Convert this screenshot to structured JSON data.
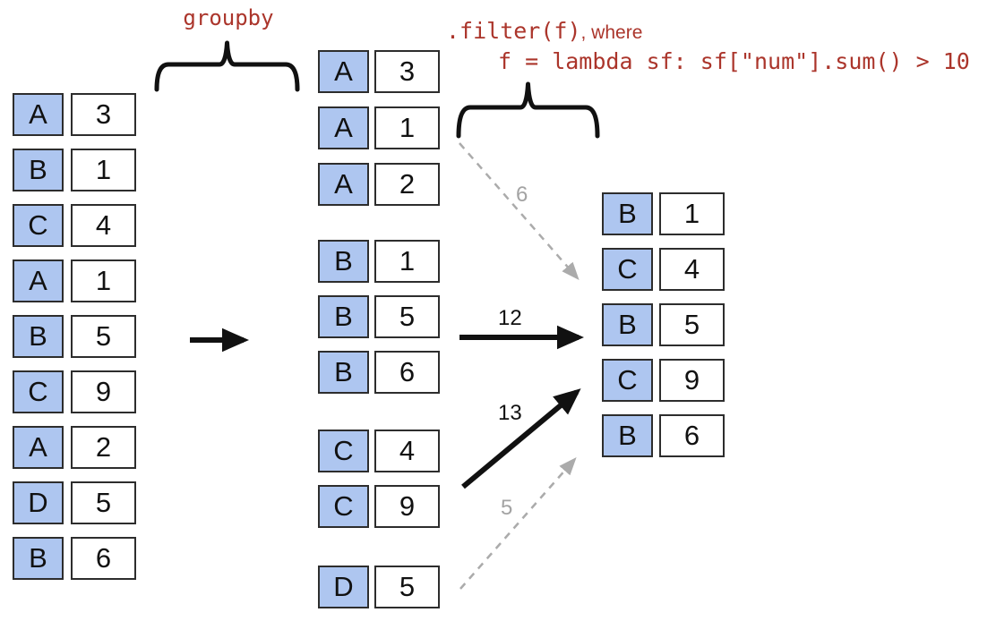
{
  "annotations": {
    "groupby_label": "groupby",
    "filter_code": ".filter(f)",
    "filter_suffix": ", where",
    "filter_lambda": "f = lambda sf: sf[\"num\"].sum() > 10"
  },
  "colors": {
    "cell_blue": "#aec6f0",
    "cell_border": "#2d2d2d",
    "annotation_red": "#ab352b",
    "arrow_black": "#111111",
    "arrow_gray": "#ababab"
  },
  "left_table": {
    "rows": [
      {
        "key": "A",
        "value": "3"
      },
      {
        "key": "B",
        "value": "1"
      },
      {
        "key": "C",
        "value": "4"
      },
      {
        "key": "A",
        "value": "1"
      },
      {
        "key": "B",
        "value": "5"
      },
      {
        "key": "C",
        "value": "9"
      },
      {
        "key": "A",
        "value": "2"
      },
      {
        "key": "D",
        "value": "5"
      },
      {
        "key": "B",
        "value": "6"
      }
    ]
  },
  "grouped_table": {
    "groups": [
      {
        "key": "A",
        "sum_label": "6",
        "kept": false,
        "rows": [
          {
            "key": "A",
            "value": "3"
          },
          {
            "key": "A",
            "value": "1"
          },
          {
            "key": "A",
            "value": "2"
          }
        ]
      },
      {
        "key": "B",
        "sum_label": "12",
        "kept": true,
        "rows": [
          {
            "key": "B",
            "value": "1"
          },
          {
            "key": "B",
            "value": "5"
          },
          {
            "key": "B",
            "value": "6"
          }
        ]
      },
      {
        "key": "C",
        "sum_label": "13",
        "kept": true,
        "rows": [
          {
            "key": "C",
            "value": "4"
          },
          {
            "key": "C",
            "value": "9"
          }
        ]
      },
      {
        "key": "D",
        "sum_label": "5",
        "kept": false,
        "rows": [
          {
            "key": "D",
            "value": "5"
          }
        ]
      }
    ]
  },
  "filtered_table": {
    "rows": [
      {
        "key": "B",
        "value": "1"
      },
      {
        "key": "C",
        "value": "4"
      },
      {
        "key": "B",
        "value": "5"
      },
      {
        "key": "C",
        "value": "9"
      },
      {
        "key": "B",
        "value": "6"
      }
    ]
  }
}
